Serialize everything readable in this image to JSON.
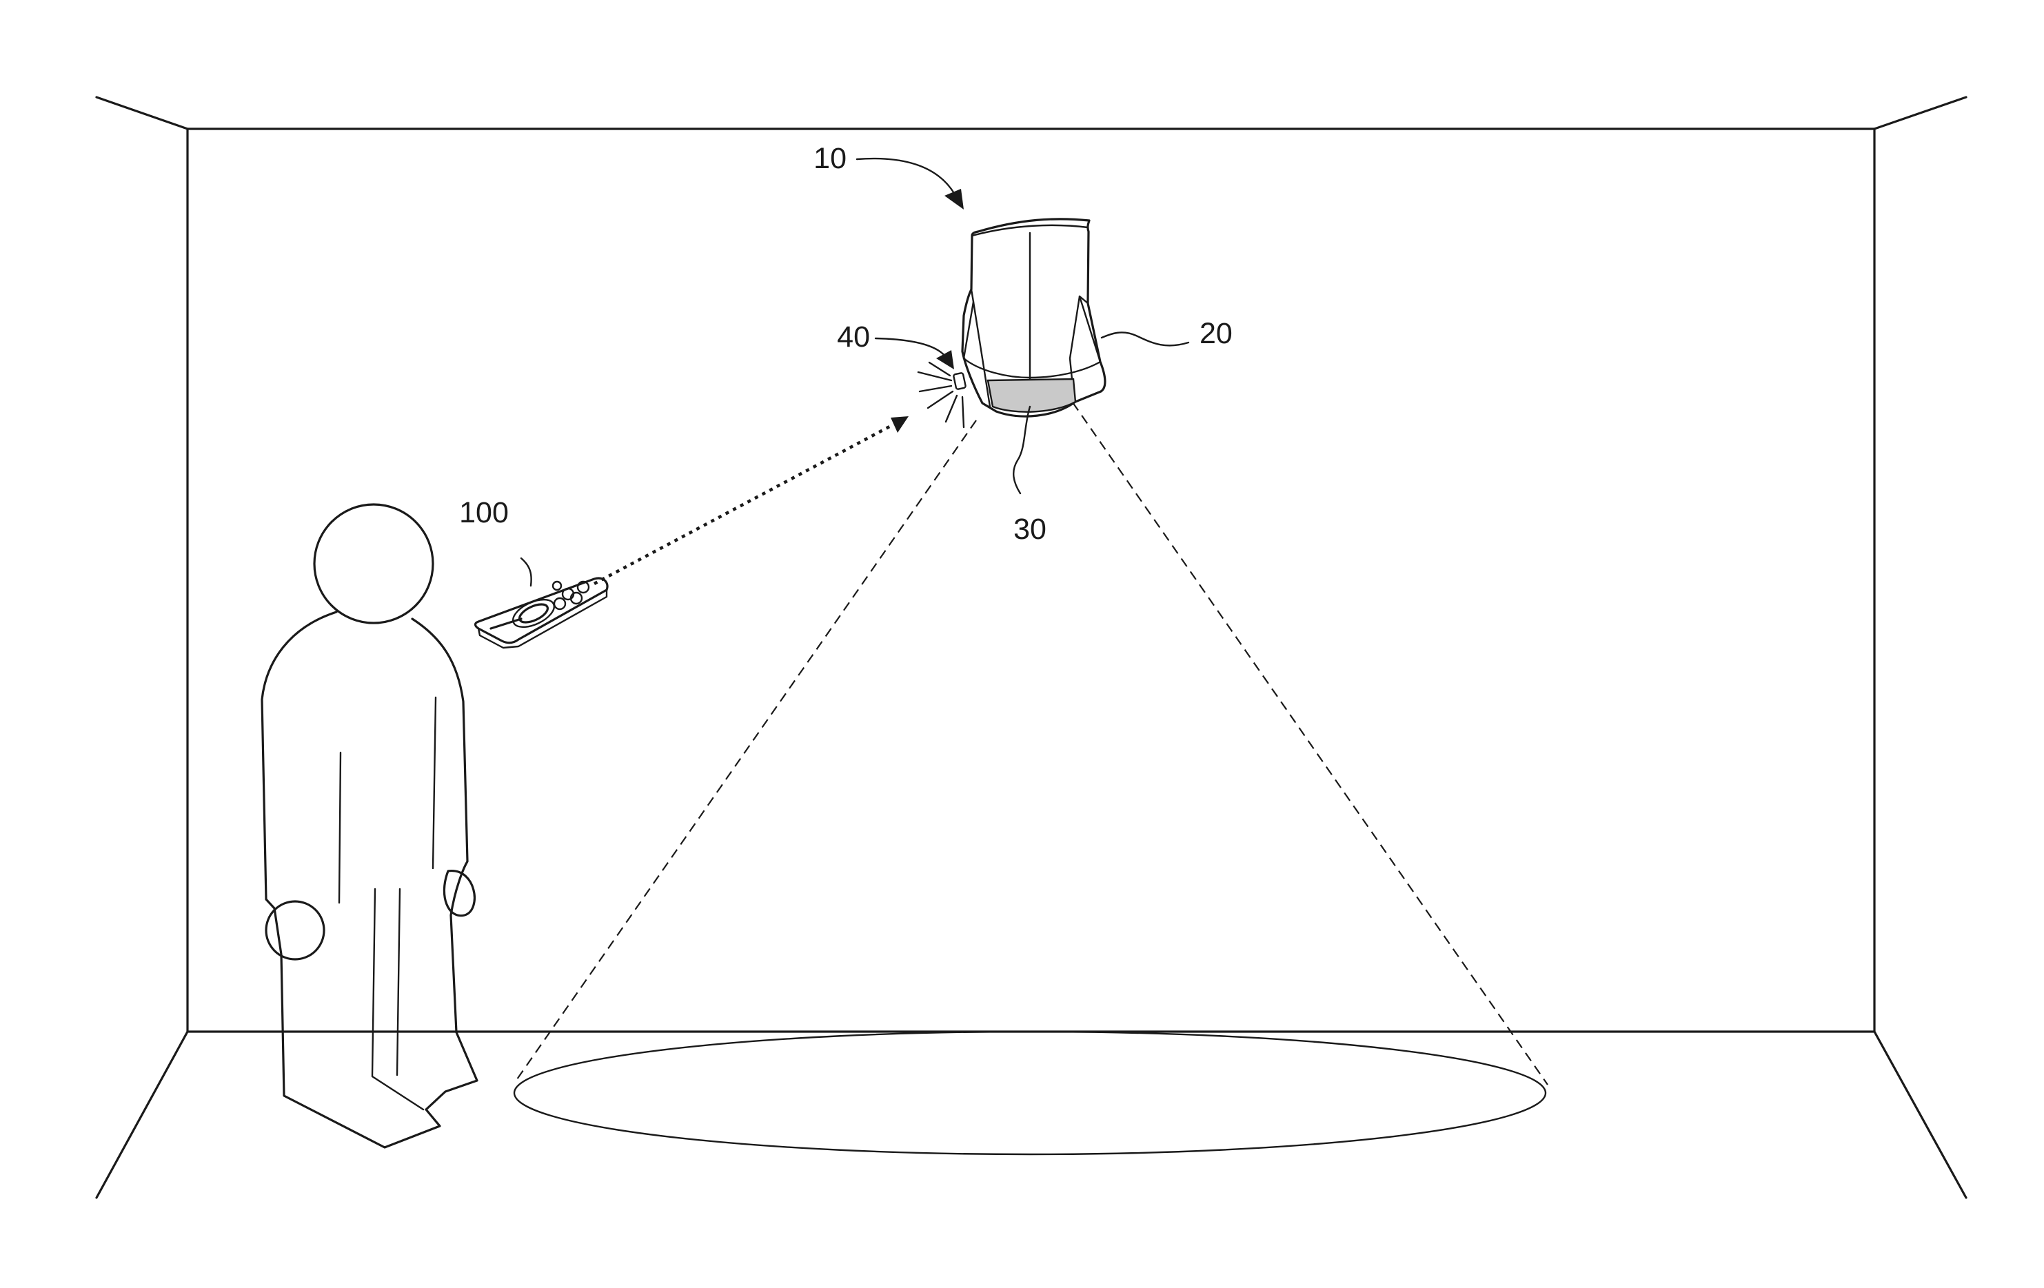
{
  "figure": {
    "reference_numerals": {
      "device": "10",
      "housing": "20",
      "light_window": "30",
      "receiver": "40",
      "remote_control": "100"
    },
    "colors": {
      "line": "#1a1a1a",
      "window_fill": "#c9c9c9",
      "background": "#ffffff"
    }
  }
}
